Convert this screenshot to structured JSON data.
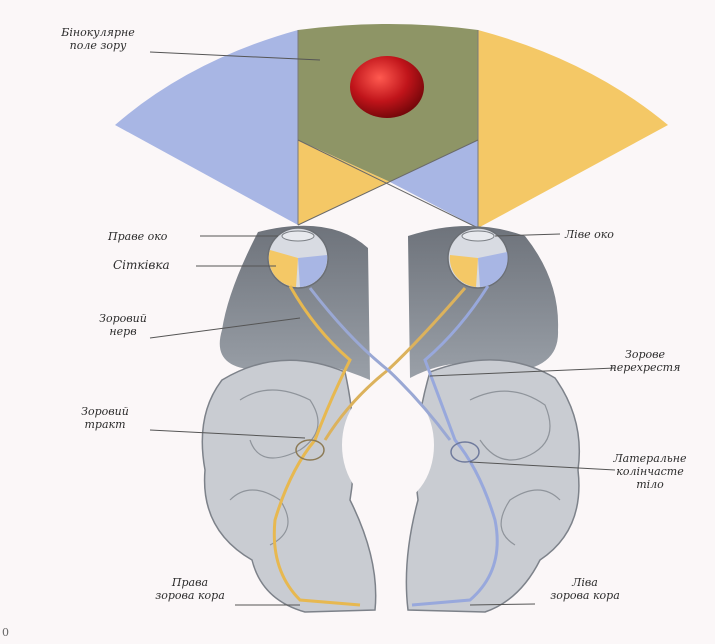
{
  "labels": {
    "binocular_field": [
      "Бінокулярне",
      "поле зору"
    ],
    "right_eye": "Праве око",
    "retina": "Сітківка",
    "optic_nerve": [
      "Зоровий",
      "нерв"
    ],
    "optic_tract": [
      "Зоровий",
      "тракт"
    ],
    "left_eye": "Ліве око",
    "optic_chiasm": [
      "Зорове",
      "перехрестя"
    ],
    "lateral_geniculate_body": [
      "Латеральне",
      "колінчасте",
      "тіло"
    ],
    "right_visual_cortex": [
      "Права",
      "зорова кора"
    ],
    "left_visual_cortex": [
      "Ліва",
      "зорова кора"
    ],
    "page_marker": "0"
  },
  "colors": {
    "blue_field": "#a8b6e4",
    "yellow_field": "#f4c866",
    "binocular_overlap": "#8e9566",
    "red_object": "#c0141a",
    "brain_gray": "#8a8f96",
    "cortex_gray": "#c9ccd2",
    "line": "#555555"
  }
}
